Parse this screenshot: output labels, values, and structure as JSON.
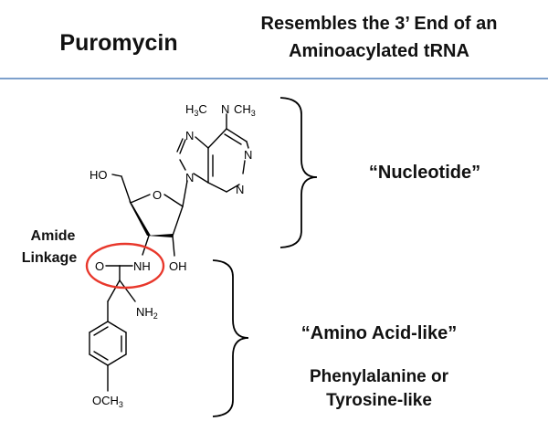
{
  "header": {
    "title": "Puromycin",
    "subtitle_line1": "Resembles the 3’ End of an",
    "subtitle_line2": "Aminoacylated tRNA"
  },
  "annotations": {
    "amide_line1": "Amide",
    "amide_line2": "Linkage",
    "nucleotide_label": "“Nucleotide”",
    "amino_label": "“Amino Acid-like”",
    "phe_line1": "Phenylalanine or",
    "phe_line2": "Tyrosine-like"
  },
  "atoms": {
    "nme2": "H3C–N–CH3",
    "ho_left": "HO",
    "ring_o": "O",
    "n7": "N",
    "n9": "N",
    "n1": "N",
    "n3": "N",
    "carbonyl_o": "O",
    "amide_nh": "NH",
    "oh": "OH",
    "nh2": "NH2",
    "och3": "OCH3"
  },
  "colors": {
    "rule": "#7da0cc",
    "highlight_circle": "#e8372b",
    "text": "#111111"
  }
}
